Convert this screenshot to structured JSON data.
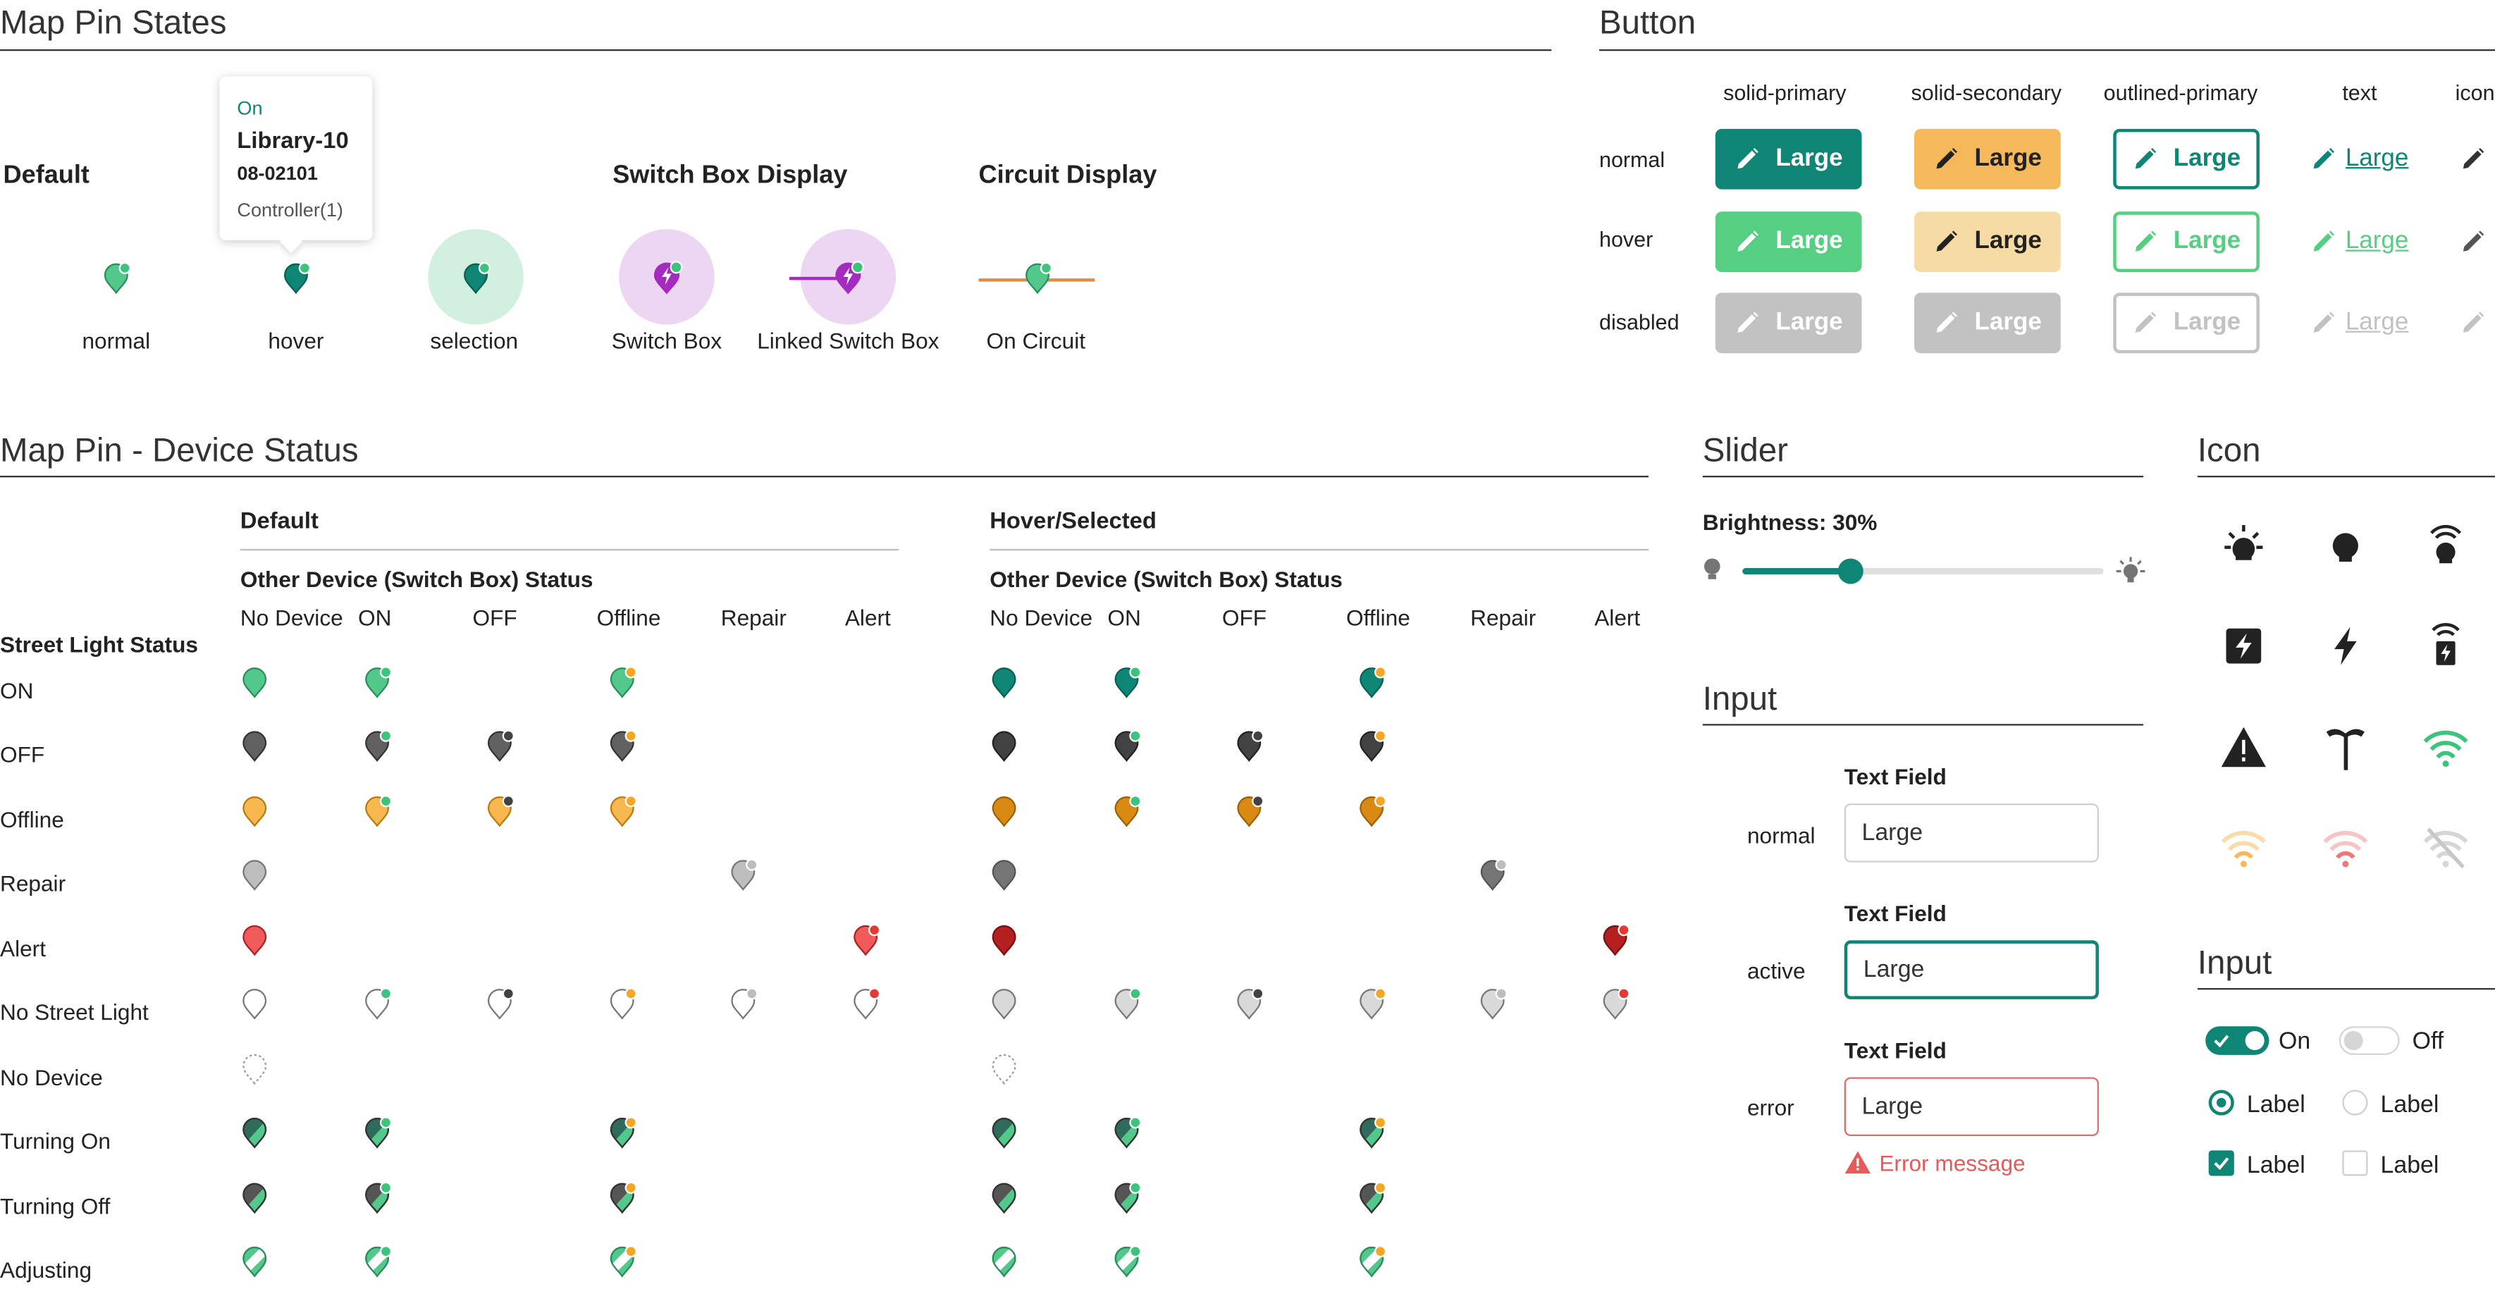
{
  "colors": {
    "teal": "#0e8575",
    "green": "#3cc47c",
    "orange": "#f5b95c",
    "gray": "#616161",
    "red": "#ea5a5a",
    "purple": "#a52ac0"
  },
  "pin_states": {
    "title": "Map Pin States",
    "default_label": "Default",
    "switch_box_label": "Switch Box Display",
    "circuit_label": "Circuit Display",
    "captions": [
      "normal",
      "hover",
      "selection",
      "Switch Box",
      "Linked Switch Box",
      "On Circuit"
    ],
    "tooltip": {
      "status": "On",
      "name": "Library-10",
      "code": "08-02101",
      "controller": "Controller(1)"
    }
  },
  "button": {
    "title": "Button",
    "columns": [
      "solid-primary",
      "solid-secondary",
      "outlined-primary",
      "text",
      "icon"
    ],
    "rows": [
      "normal",
      "hover",
      "disabled"
    ],
    "label": "Large"
  },
  "device_status": {
    "title": "Map Pin - Device Status",
    "default_label": "Default",
    "hover_label": "Hover/Selected",
    "other_status_label": "Other Device (Switch Box) Status",
    "row_header": "Street Light Status",
    "columns": [
      "No Device",
      "ON",
      "OFF",
      "Offline",
      "Repair",
      "Alert"
    ],
    "rows": [
      "ON",
      "OFF",
      "Offline",
      "Repair",
      "Alert",
      "No Street Light",
      "No Device",
      "Turning On",
      "Turning Off",
      "Adjusting"
    ]
  },
  "slider": {
    "title": "Slider",
    "label": "Brightness: 30%",
    "value": 0.3
  },
  "input_left": {
    "title": "Input",
    "field_label": "Text Field",
    "states": [
      "normal",
      "active",
      "error"
    ],
    "value": "Large",
    "error_message": "Error message"
  },
  "icon": {
    "title": "Icon",
    "names": [
      "light-on-icon",
      "bulb-icon",
      "signal-light-icon",
      "power-box-icon",
      "bolt-icon",
      "signal-power-icon",
      "warning-icon",
      "street-lamp-icon",
      "wifi-strong-icon",
      "wifi-weak-icon",
      "wifi-alert-icon",
      "wifi-off-icon"
    ]
  },
  "input_right": {
    "title": "Input",
    "toggle_on": "On",
    "toggle_off": "Off",
    "radio_label": "Label",
    "checkbox_label": "Label"
  }
}
